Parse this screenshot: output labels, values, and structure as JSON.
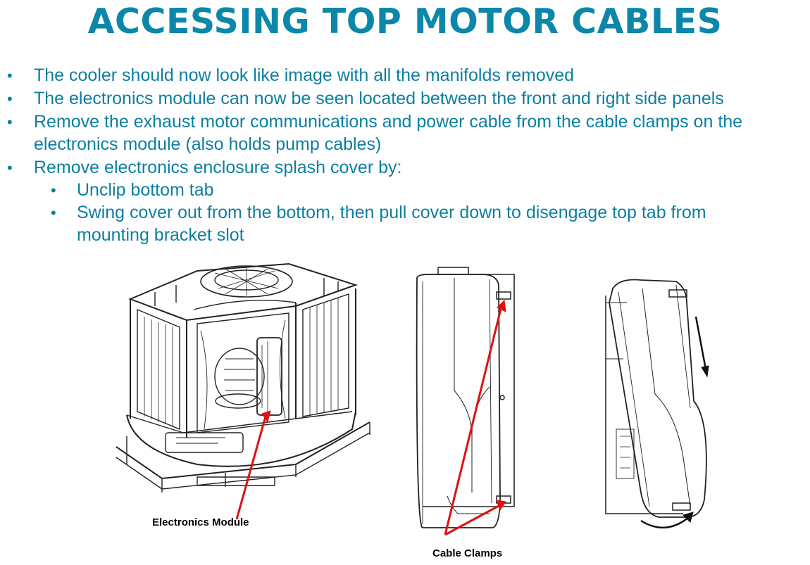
{
  "title": "ACCESSING TOP MOTOR CABLES",
  "bullets": [
    "The cooler should now look like image with all the manifolds removed",
    "The electronics module can now be seen located between the front and right side panels",
    "Remove the exhaust motor communications and power cable from the cable clamps on the",
    "electronics module (also holds pump cables)",
    "Remove electronics enclosure splash cover by:"
  ],
  "sub_bullets": [
    "Unclip bottom tab",
    "Swing cover out from the bottom, then pull cover down to disengage top tab from",
    "mounting bracket slot"
  ],
  "captions": {
    "electronics_module": "Electronics Module",
    "cable_clamps": "Cable Clamps"
  },
  "colors": {
    "title": "#0b87aa",
    "text": "#0b7fa0",
    "arrow_red": "#e01010"
  }
}
